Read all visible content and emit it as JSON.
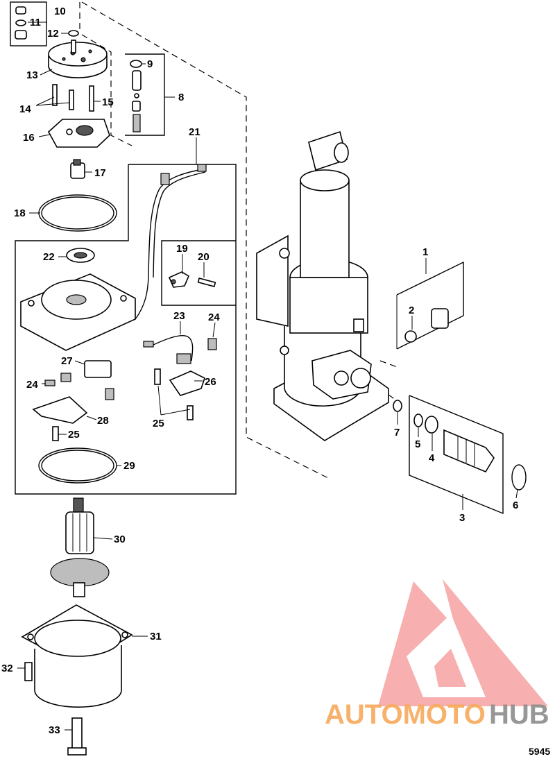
{
  "figure_id": "5945",
  "watermark": {
    "part1": "AUTOMOTO",
    "part2": "HUB",
    "colors": {
      "logo": "#f6a2a2",
      "text_orange": "#f7a95a",
      "text_grey": "#8c8c8c"
    }
  },
  "callouts": {
    "c1": "1",
    "c2": "2",
    "c3": "3",
    "c4": "4",
    "c5": "5",
    "c6": "6",
    "c7": "7",
    "c8": "8",
    "c9": "9",
    "c10": "10",
    "c11": "11",
    "c12": "12",
    "c13": "13",
    "c14": "14",
    "c15": "15",
    "c16": "16",
    "c17": "17",
    "c18": "18",
    "c19": "19",
    "c20": "20",
    "c21": "21",
    "c22": "22",
    "c23": "23",
    "c24a": "24",
    "c24b": "24",
    "c25a": "25",
    "c25b": "25",
    "c26": "26",
    "c27": "27",
    "c28": "28",
    "c29": "29",
    "c30": "30",
    "c31": "31",
    "c32": "32",
    "c33": "33"
  }
}
